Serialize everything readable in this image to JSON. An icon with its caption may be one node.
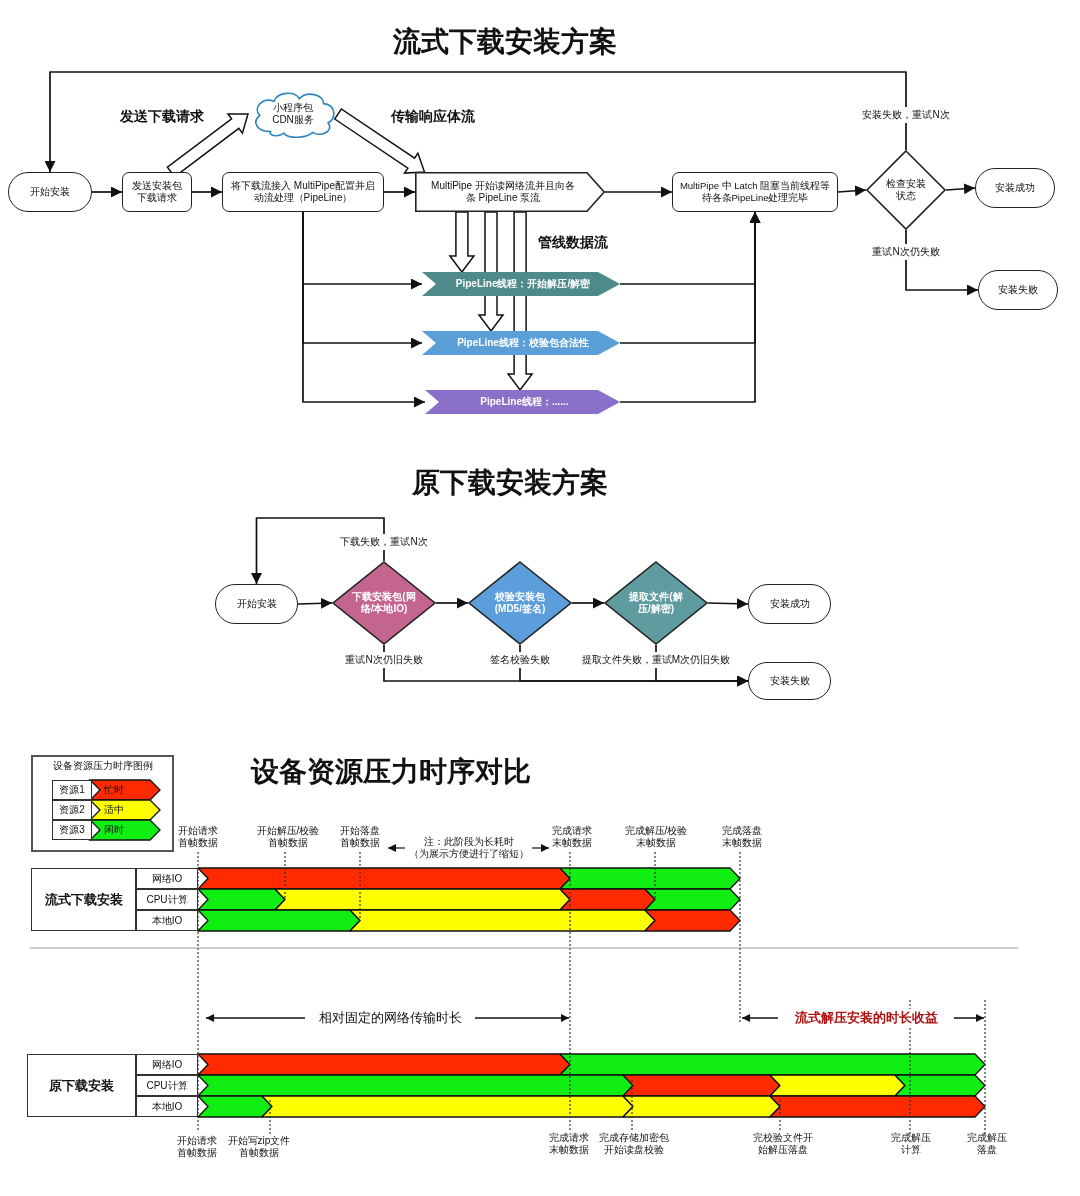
{
  "diagram": {
    "title": "流式下载安装方案",
    "nodes": [
      {
        "text": [
          "开始安装"
        ]
      },
      {
        "text": [
          "发送安装包下载请求"
        ]
      },
      {
        "text": [
          "将下载流接入 MultiPipe配置并启动流处理（PipeLine）"
        ]
      },
      {
        "text": [
          "MultiPipe 开始读网络流并且向各条 PipeLine 泵流"
        ]
      },
      {
        "text": [
          "MultiPipe 中 Latch 阻塞当前线程等待各条PipeLine处理完毕"
        ]
      },
      {
        "text": [
          "检查安装状态"
        ]
      },
      {
        "text": [
          "安装成功"
        ]
      },
      {
        "text": [
          "安装失败"
        ]
      },
      {
        "text": [
          "PipeLine线程：开始解压/解密"
        ]
      },
      {
        "text": [
          "PipeLine线程：校验包合法性"
        ]
      },
      {
        "text": [
          "PipeLine线程：......"
        ]
      },
      {
        "text": [
          "小程序包CDN服务"
        ]
      },
      {
        "text": [
          "开始安装"
        ]
      },
      {
        "text": [
          "下载安装包(网络/本地IO)"
        ]
      },
      {
        "text": [
          "校验安装包(MD5/签名)"
        ]
      },
      {
        "text": [
          "提取文件(解压/解密)"
        ]
      },
      {
        "text": [
          "安装成功"
        ]
      },
      {
        "text": [
          "安装失败"
        ]
      }
    ],
    "edges": [
      {
        "from": 0,
        "to": 1,
        "arrow": "to"
      },
      {
        "from": 1,
        "to": 2,
        "arrow": "to"
      },
      {
        "from": 2,
        "to": 3,
        "arrow": "to"
      },
      {
        "from": 3,
        "to": 4,
        "arrow": "to"
      },
      {
        "from": 4,
        "to": 5,
        "arrow": "to"
      },
      {
        "from": 5,
        "to": 6,
        "arrow": "to"
      },
      {
        "from": 5,
        "to": 7,
        "arrow": "to",
        "label": "重试N次仍失败"
      },
      {
        "from": 5,
        "to": 0,
        "arrow": "to",
        "label": "安装失败，重试N次"
      },
      {
        "from": 2,
        "to": 8,
        "arrow": "to"
      },
      {
        "from": 2,
        "to": 9,
        "arrow": "to"
      },
      {
        "from": 2,
        "to": 10,
        "arrow": "to"
      },
      {
        "from": 8,
        "to": 4,
        "arrow": "to"
      },
      {
        "from": 9,
        "to": 4,
        "arrow": "to"
      },
      {
        "from": 10,
        "to": 4,
        "arrow": "to"
      },
      {
        "from": 3,
        "to": 8,
        "arrow": "to",
        "style": "thick"
      },
      {
        "from": 3,
        "to": 9,
        "arrow": "to",
        "style": "thick"
      },
      {
        "from": 3,
        "to": 10,
        "arrow": "to",
        "style": "thick"
      },
      {
        "from": 1,
        "to": 11,
        "arrow": "to",
        "style": "thick",
        "label": "发送下载请求"
      },
      {
        "from": 11,
        "to": 3,
        "arrow": "to",
        "style": "thick",
        "label": "传输响应体流"
      },
      {
        "from": 12,
        "to": 13,
        "arrow": "to"
      },
      {
        "from": 13,
        "to": 14,
        "arrow": "to"
      },
      {
        "from": 14,
        "to": 15,
        "arrow": "to"
      },
      {
        "from": 15,
        "to": 16,
        "arrow": "to"
      },
      {
        "from": 13,
        "to": 12,
        "arrow": "to",
        "label": "下载失败，重试N次"
      },
      {
        "from": 13,
        "to": 17,
        "arrow": "to",
        "label": "重试N次仍旧失败"
      },
      {
        "from": 14,
        "to": 17,
        "arrow": "to",
        "label": "签名校验失败"
      },
      {
        "from": 15,
        "to": 17,
        "arrow": "to",
        "label": "提取文件失败，重试M次仍旧失败"
      }
    ],
    "labels": [
      "管线数据流",
      "原下载安装方案",
      "设备资源压力时序图例",
      "资源1",
      "资源2",
      "资源3",
      "设备资源压力时序对比",
      "开始请求首帧数据",
      "开始解压/校验首帧数据",
      "开始落盘首帧数据",
      "注：此阶段为长耗时（为展示方便进行了缩短）",
      "完成请求末帧数据",
      "完成解压/校验末帧数据",
      "完成落盘末帧数据",
      "流式下载安装",
      "网络IO",
      "CPU计算",
      "本地IO",
      "相对固定的网络传输时长",
      "流式解压安装的时长收益",
      "原下载安装",
      "网络IO",
      "CPU计算",
      "本地IO",
      "开始请求首帧数据",
      "开始写zip文件首帧数据",
      "完成请求末帧数据",
      "完成存储加密包开始读盘校验",
      "完校验文件开始解压落盘",
      "完成解压计算",
      "完成解压落盘"
    ],
    "legend": [
      {
        "text": "忙时",
        "color": "#ff2a00"
      },
      {
        "text": "适中",
        "color": "#ffff00"
      },
      {
        "text": "闲时",
        "color": "#11ee11"
      }
    ]
  }
}
